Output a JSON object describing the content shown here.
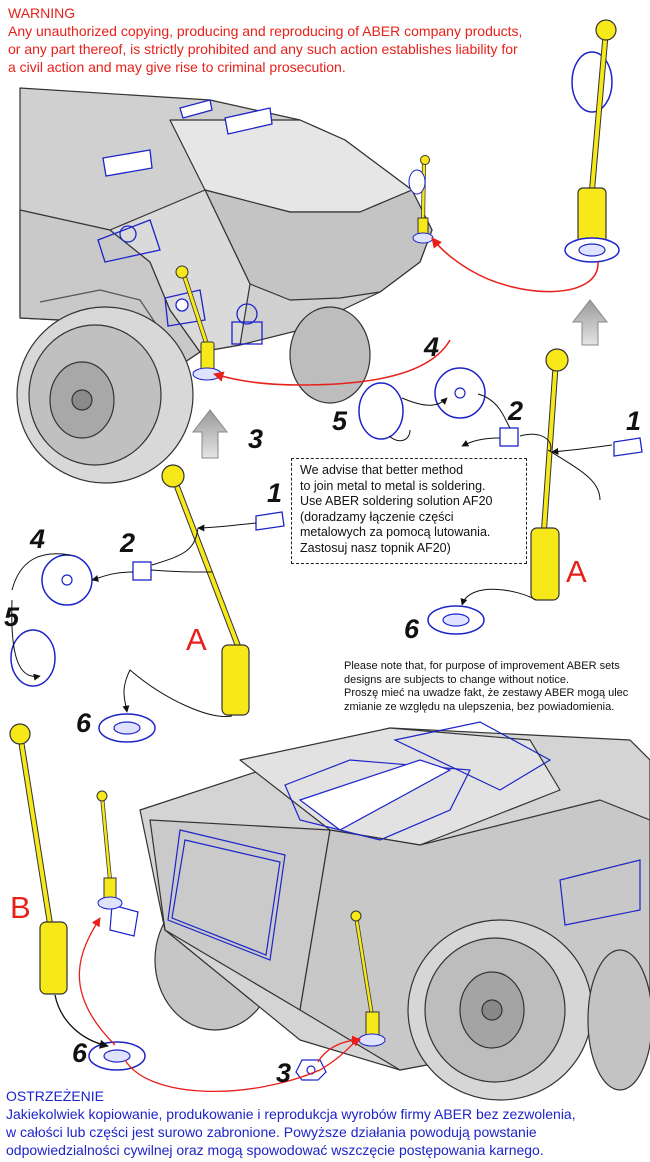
{
  "warning": {
    "title": "WARNING",
    "lines": [
      "Any unauthorized copying, producing and reproducing of ABER company products,",
      "or any part thereof, is strictly prohibited and any such action establishes liability for",
      "a civil action and may give rise to criminal prosecution."
    ]
  },
  "advice": {
    "lines": [
      "We advise that better method",
      "to join metal to metal is soldering.",
      "Use ABER soldering solution AF20",
      "(doradzamy łączenie części",
      "metalowych za pomocą lutowania.",
      "Zastosuj nasz topnik AF20)"
    ]
  },
  "notice": {
    "lines": [
      "Please note that, for purpose of improvement ABER sets",
      "designs are subjects to change without notice.",
      "Proszę mieć na uwadze fakt, że zestawy ABER mogą ulec",
      "zmianie ze względu na ulepszenia, bez powiadomienia."
    ]
  },
  "callouts": {
    "part1_top": "1",
    "part2_top": "2",
    "part4_top": "4",
    "part5_top": "5",
    "part6_top": "6",
    "assembly_a_top": "A",
    "part3_mid": "3",
    "part1_mid": "1",
    "part2_mid": "2",
    "part4_mid": "4",
    "part5_mid": "5",
    "part6_mid": "6",
    "assembly_a_mid": "A",
    "assembly_b": "B",
    "part6_bottom": "6",
    "part3_bottom": "3"
  },
  "ostrzezenie": {
    "title": "OSTRZEŻENIE",
    "lines": [
      "Jakiekolwiek kopiowanie, produkowanie i reprodukcja wyrobów firmy ABER bez zezwolenia,",
      "w całości lub części jest surowo zabronione. Powyższe działania powodują powstanie",
      "odpowiedzialności cywilnej oraz mogą spowodować wszczęcie postępowania karnego."
    ]
  },
  "colors": {
    "warning": "#e8201a",
    "polish_warning": "#1d24c8",
    "part_yellow": "#f7e81a",
    "part_blue": "#1d24c8",
    "hull_grey": "#d2d2d2",
    "arrow_red": "#e8201a"
  }
}
